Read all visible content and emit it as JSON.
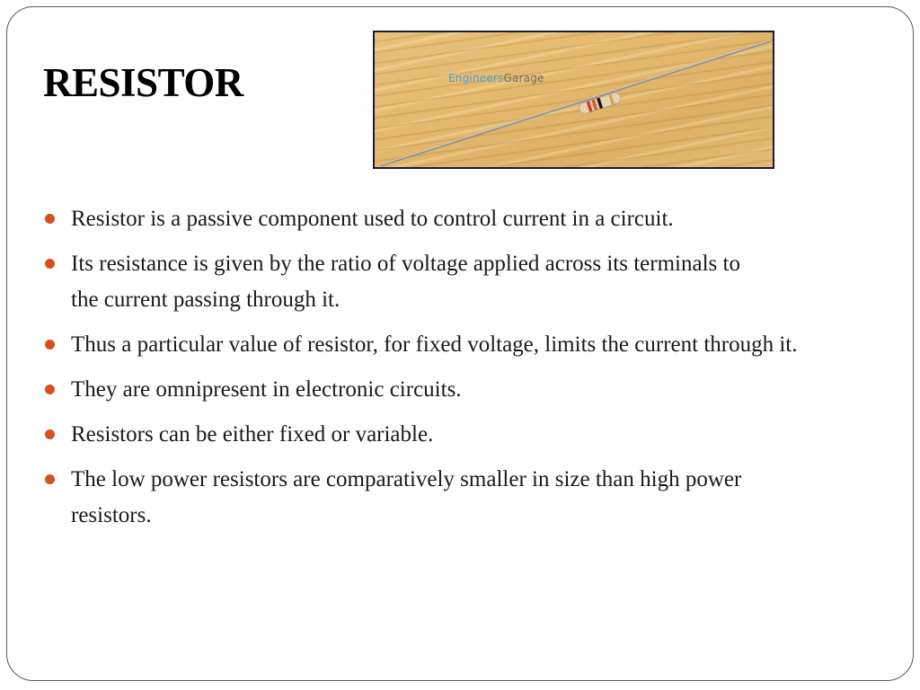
{
  "slide": {
    "title": "RESISTOR",
    "image": {
      "description": "photo of a carbon film resistor on a wooden surface",
      "watermark_part1": "Engineers",
      "watermark_part2": "Garage"
    },
    "bullets": [
      {
        "text": "Resistor is a passive component used to control current in a circuit."
      },
      {
        "text": " Its resistance is given by the ratio of voltage applied across its terminals to the current passing through it."
      },
      {
        "text": " Thus a particular value of resistor, for fixed voltage, limits the current through it."
      },
      {
        "text": "They are omnipresent in electronic circuits."
      },
      {
        "text": "Resistors can be either fixed or variable."
      },
      {
        "text": "The low power resistors are comparatively smaller in size than high power resistors."
      }
    ]
  },
  "colors": {
    "bullet": "#d4501e",
    "title": "#000000",
    "body_text": "#1a1a1a",
    "frame_border": "#5a5a5a",
    "watermark_blue": "#4a9fd8",
    "watermark_gray": "#6a6a6a"
  }
}
